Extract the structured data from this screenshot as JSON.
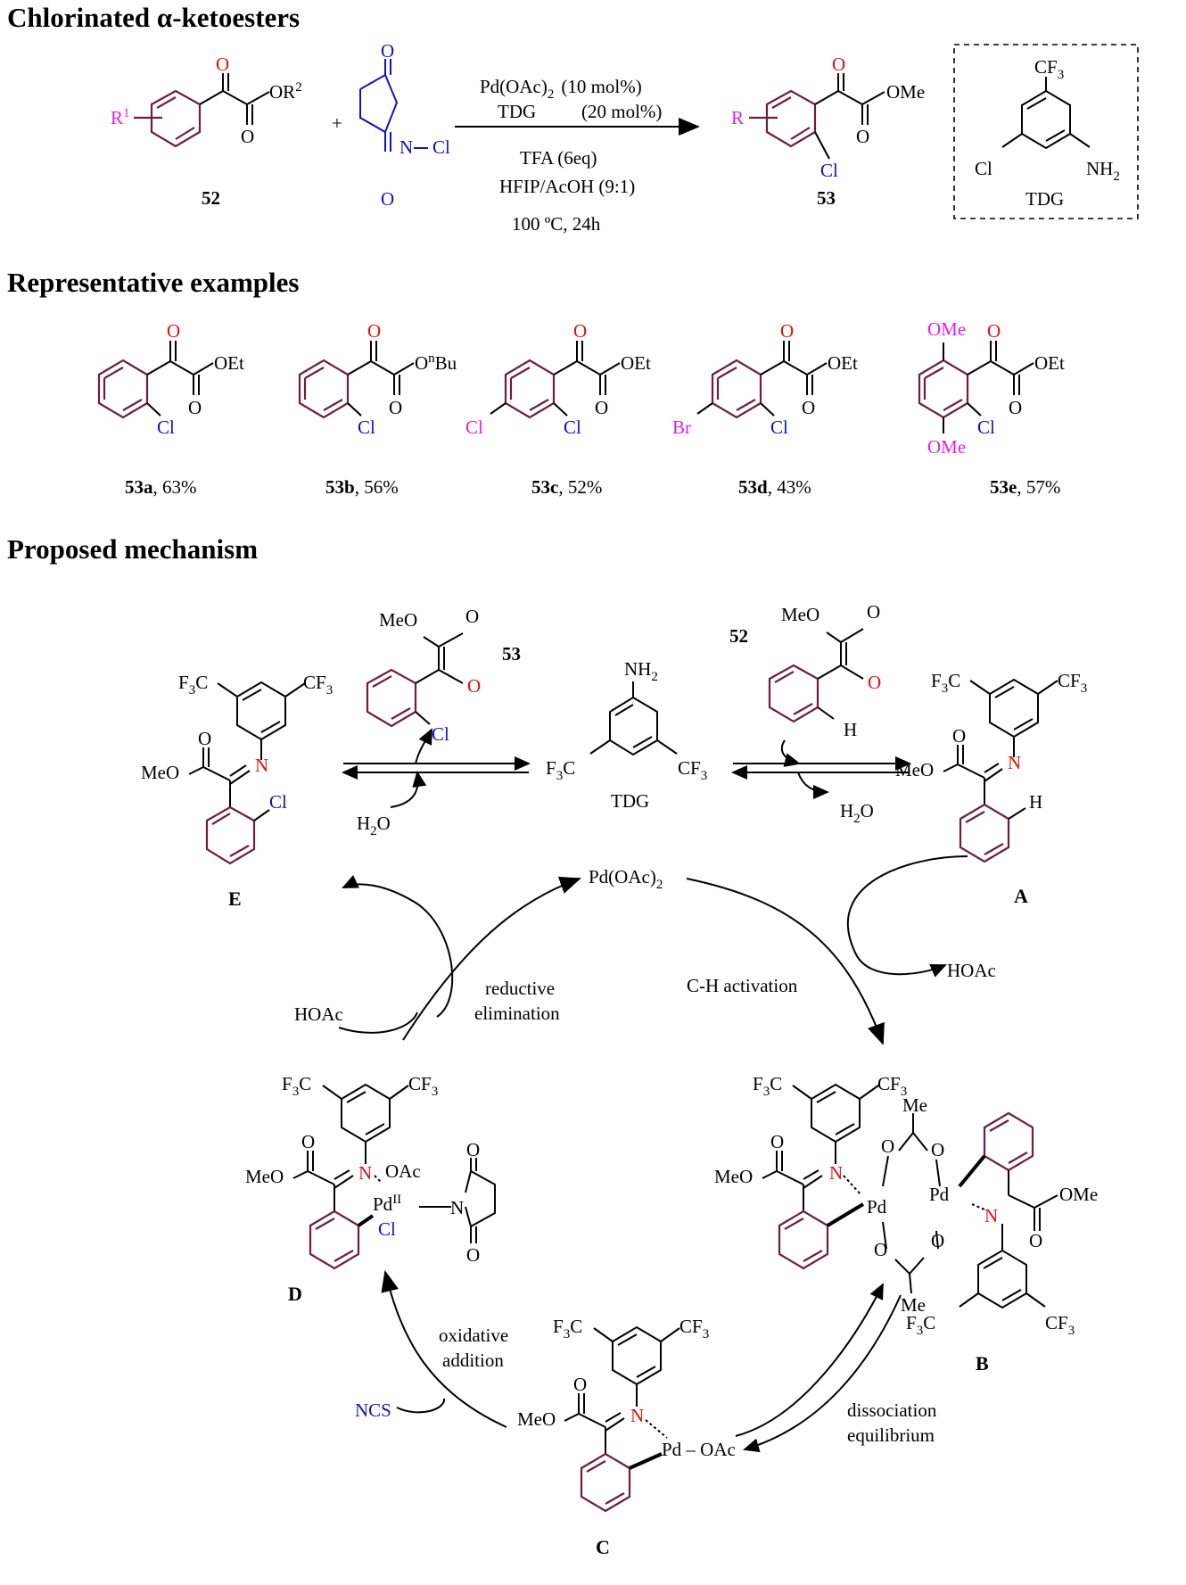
{
  "headings": {
    "h1": "Chlorinated α-ketoesters",
    "h2": "Representative examples",
    "h3": "Proposed mechanism"
  },
  "scheme": {
    "reactant_label": "52",
    "product_label": "53",
    "r1": "R",
    "r1_sup": "1",
    "or2": "OR",
    "or2_sup": "2",
    "plus": "+",
    "ncs_n": "N",
    "ncs_cl": "Cl",
    "o": "O",
    "ome": "OMe",
    "product_r": "R",
    "product_cl": "Cl",
    "cond_1": "Pd(OAc)",
    "cond_1_sub": "2",
    "cond_1_amt": "(10 mol%)",
    "cond_2": "TDG",
    "cond_2_amt": "(20 mol%)",
    "cond_3": "TFA  (6eq)",
    "cond_4": "HFIP/AcOH (9:1)",
    "cond_5": "100 ºC, 24h",
    "tdg_cf3": "CF",
    "tdg_cf3_sub": "3",
    "tdg_cl": "Cl",
    "tdg_nh2": "NH",
    "tdg_nh2_sub": "2",
    "tdg_label": "TDG"
  },
  "examples": [
    {
      "id": "53a",
      "yield": ", 63%",
      "ester": "OEt",
      "subst": ""
    },
    {
      "id": "53b",
      "yield": ", 56%",
      "ester": "O",
      "ester_sup": "n",
      "ester_tail": "Bu",
      "subst": ""
    },
    {
      "id": "53c",
      "yield": ", 52%",
      "ester": "OEt",
      "subst": "Cl"
    },
    {
      "id": "53d",
      "yield": ", 43%",
      "ester": "OEt",
      "subst": "Br"
    },
    {
      "id": "53e",
      "yield": ", 57%",
      "ester": "OEt",
      "subst": "OMe"
    }
  ],
  "mechanism": {
    "tdg_label": "TDG",
    "pd": "Pd(OAc)",
    "pd_sub": "2",
    "h2o": "H",
    "h2o_sub": "2",
    "h2o_tail": "O",
    "hoac": "HOAc",
    "ncs": "NCS",
    "step_reductive_1": "reductive",
    "step_reductive_2": "elimination",
    "step_ch": "C-H activation",
    "step_oxidative_1": "oxidative",
    "step_oxidative_2": "addition",
    "step_dissoc_1": "dissociation",
    "step_dissoc_2": "equilibrium",
    "label_a": "A",
    "label_b": "B",
    "label_c": "C",
    "label_d": "D",
    "label_e": "E",
    "label_52": "52",
    "label_53": "53",
    "meo": "MeO",
    "ome": "OMe",
    "f3c": "F",
    "cf3": "CF",
    "sub3": "3",
    "n": "N",
    "h": "H",
    "cl": "Cl",
    "o": "O",
    "nh2": "NH",
    "sub2": "2",
    "pd_atom": "Pd",
    "pd_ii": "II",
    "oac": "OAc",
    "me": "Me",
    "pd_oac": "Pd – OAc"
  }
}
